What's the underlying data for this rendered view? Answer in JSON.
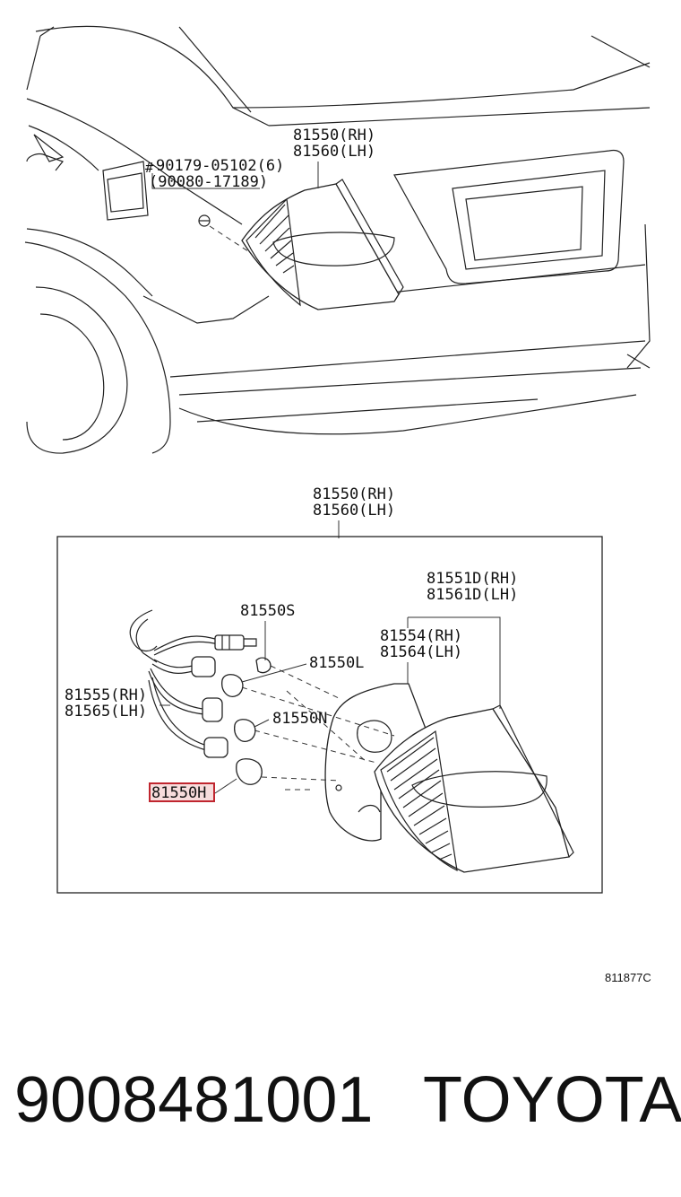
{
  "top_view": {
    "lamp_rh": "81550(RH)",
    "lamp_lh": "81560(LH)",
    "screw_a": "90179-05102(6)",
    "screw_b": "(90080-17189)",
    "screw_prefix": "#"
  },
  "detail_view": {
    "assy_rh": "81550(RH)",
    "assy_lh": "81560(LH)",
    "lens_rh": "81551D(RH)",
    "lens_lh": "81561D(LH)",
    "gasket_rh": "81554(RH)",
    "gasket_lh": "81564(LH)",
    "socket_rh": "81555(RH)",
    "socket_lh": "81565(LH)",
    "bulb_s": "81550S",
    "bulb_l": "81550L",
    "bulb_n": "81550N",
    "bulb_h": "81550H"
  },
  "diagram_code": "811877C",
  "footer": {
    "part_number": "9008481001",
    "brand": "TOYOTA"
  }
}
